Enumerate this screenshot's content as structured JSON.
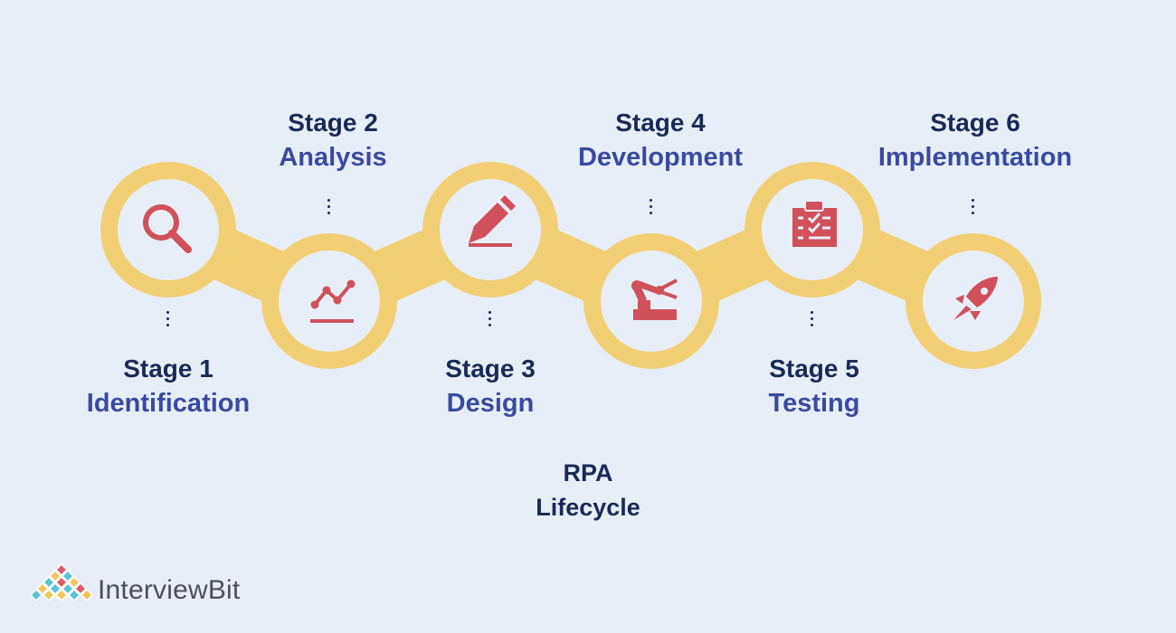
{
  "stages": [
    {
      "stage": "Stage 1",
      "name": "Identification",
      "icon": "magnifier-icon"
    },
    {
      "stage": "Stage 2",
      "name": "Analysis",
      "icon": "line-chart-icon"
    },
    {
      "stage": "Stage 3",
      "name": "Design",
      "icon": "pencil-icon"
    },
    {
      "stage": "Stage 4",
      "name": "Development",
      "icon": "robot-arm-icon"
    },
    {
      "stage": "Stage 5",
      "name": "Testing",
      "icon": "checklist-icon"
    },
    {
      "stage": "Stage 6",
      "name": "Implementation",
      "icon": "rocket-icon"
    }
  ],
  "center_title": {
    "line1": "RPA",
    "line2": "Lifecycle"
  },
  "brand": {
    "name": "InterviewBit"
  },
  "colors": {
    "background": "#e8eef8",
    "ring": "#f2cf74",
    "icon": "#d0505c",
    "stage_text": "#1a2a57",
    "name_text": "#3a4aa0"
  }
}
